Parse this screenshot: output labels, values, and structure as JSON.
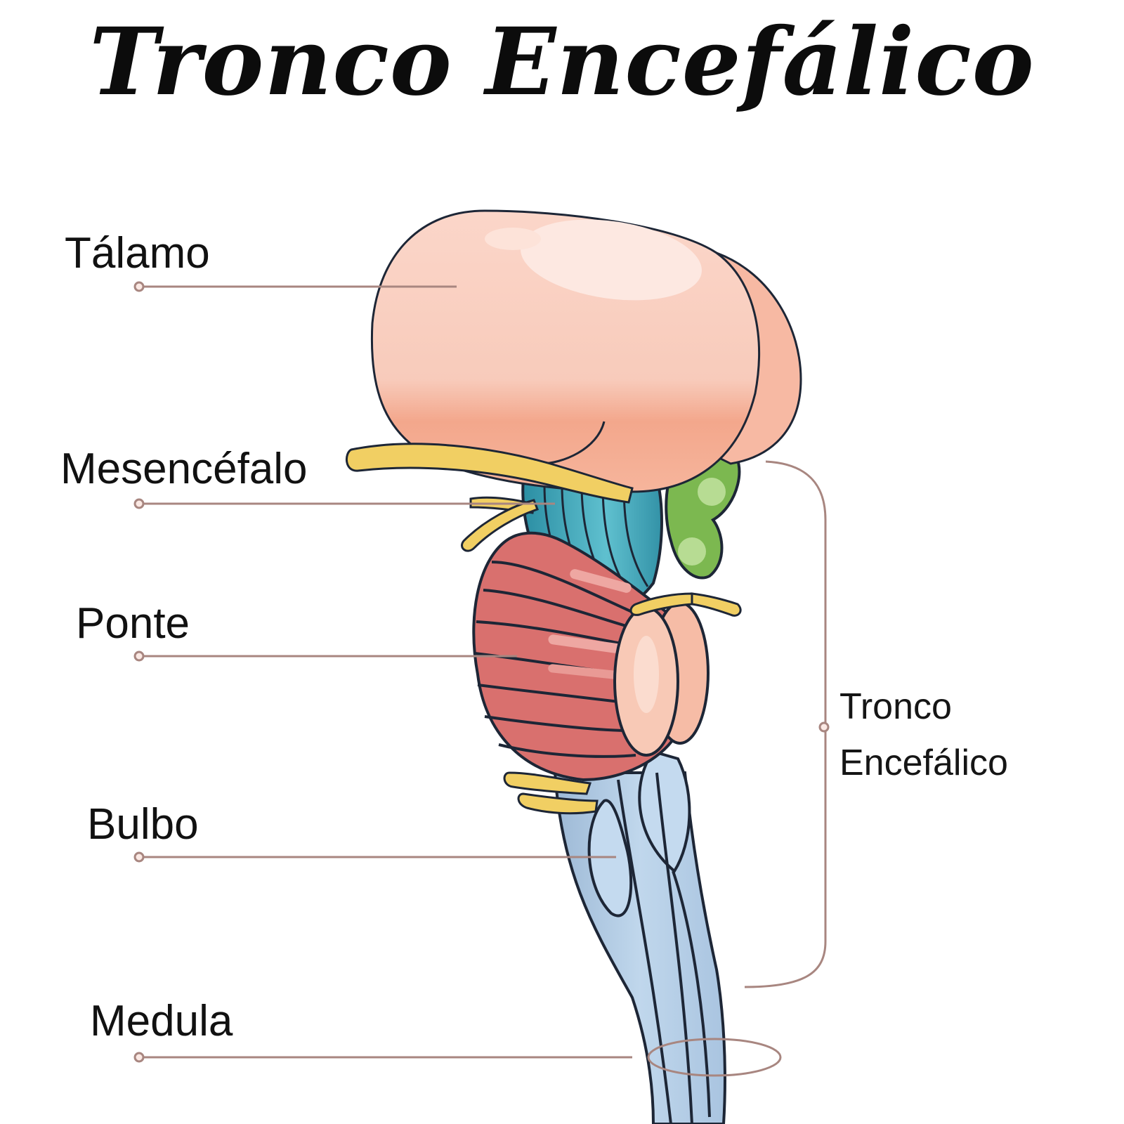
{
  "title": "Tronco Encefálico",
  "labels": [
    {
      "id": "talamo",
      "text": "Tálamo"
    },
    {
      "id": "mesencefalo",
      "text": "Mesencéfalo"
    },
    {
      "id": "ponte",
      "text": "Ponte"
    },
    {
      "id": "bulbo",
      "text": "Bulbo"
    },
    {
      "id": "medula",
      "text": "Medula"
    }
  ],
  "bracket_label": {
    "line1": "Tronco",
    "line2": "Encefálico"
  },
  "colors": {
    "thalamus": "#f9c8b6",
    "thalamus_shadow": "#f3a48a",
    "midbrain": "#3fa3b5",
    "colliculi": "#7cb850",
    "pons": "#d9706e",
    "olive": "#f6bca6",
    "medulla": "#b7d2ea",
    "nerve": "#f1cf63",
    "leader_line": "#a88680",
    "outline": "#1d2636"
  }
}
